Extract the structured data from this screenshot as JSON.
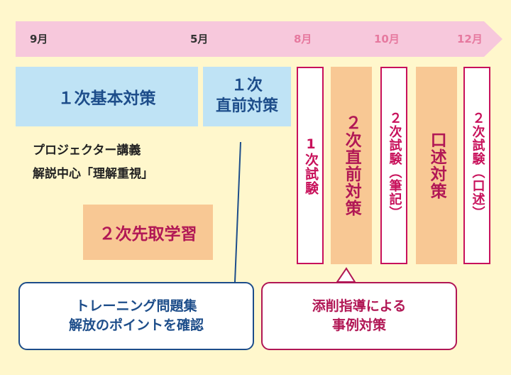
{
  "timeline": {
    "months": [
      "9月",
      "5月",
      "8月",
      "10月",
      "12月"
    ],
    "colors": {
      "bar": "#f7c8dc",
      "pink_text": "#e6799f",
      "dark_text": "#333333"
    }
  },
  "blocks": {
    "basic": "１次基本対策",
    "pre_exam": "１次\n直前対策",
    "first_exam": "1次試験",
    "second_pre": "２次直前対策",
    "second_written": "２次試験（筆記）",
    "oral_prep": "口述対策",
    "second_oral": "２次試験（口述）",
    "advance": "２次先取学習"
  },
  "caption": {
    "line1": "プロジェクター講義",
    "line2": "解説中心「理解重視」"
  },
  "callouts": {
    "training": "トレーニング問題集\n解放のポイントを確認",
    "correction": "添削指導による\n事例対策"
  },
  "colors": {
    "background": "#fff7cc",
    "blue_box": "#bfe3f5",
    "blue_text": "#1d4d8a",
    "orange_box": "#f8c894",
    "magenta": "#c8115b"
  }
}
